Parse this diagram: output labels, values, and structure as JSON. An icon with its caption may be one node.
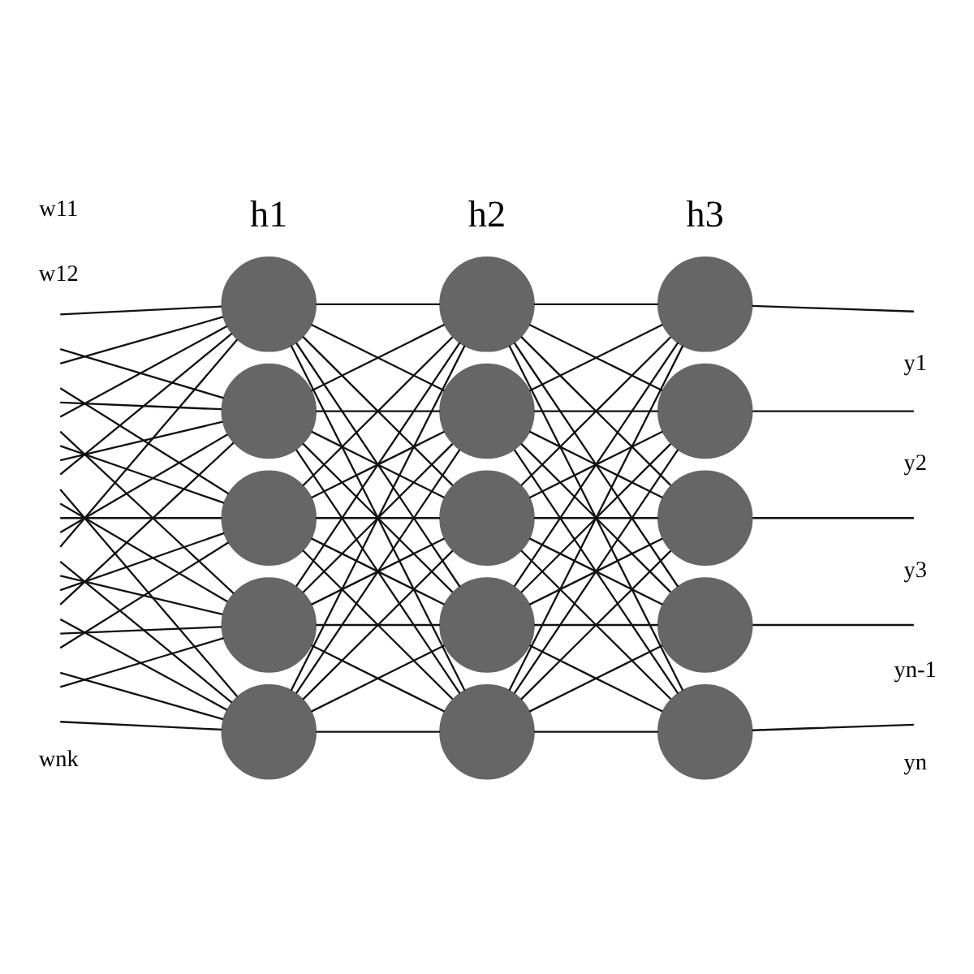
{
  "diagram": {
    "nodes": [
      {
        "text": [],
        "shape": "circle"
      },
      {
        "text": [],
        "shape": "circle"
      },
      {
        "text": [],
        "shape": "circle"
      },
      {
        "text": [],
        "shape": "circle"
      },
      {
        "text": [],
        "shape": "circle"
      },
      {
        "text": [],
        "shape": "circle"
      },
      {
        "text": [],
        "shape": "circle"
      },
      {
        "text": [],
        "shape": "circle"
      },
      {
        "text": [],
        "shape": "circle"
      },
      {
        "text": [],
        "shape": "circle"
      },
      {
        "text": [],
        "shape": "circle"
      },
      {
        "text": [],
        "shape": "circle"
      },
      {
        "text": [],
        "shape": "circle"
      },
      {
        "text": [],
        "shape": "circle"
      },
      {
        "text": [],
        "shape": "circle"
      }
    ],
    "edges": [
      {
        "from": null,
        "to": 0,
        "arrow": "none"
      },
      {
        "from": null,
        "to": 0,
        "arrow": "none"
      },
      {
        "from": null,
        "to": 0,
        "arrow": "none"
      },
      {
        "from": null,
        "to": 0,
        "arrow": "none"
      },
      {
        "from": null,
        "to": 0,
        "arrow": "none"
      },
      {
        "from": null,
        "to": 1,
        "arrow": "none"
      },
      {
        "from": null,
        "to": 1,
        "arrow": "none"
      },
      {
        "from": null,
        "to": 1,
        "arrow": "none"
      },
      {
        "from": null,
        "to": 1,
        "arrow": "none"
      },
      {
        "from": null,
        "to": 1,
        "arrow": "none"
      },
      {
        "from": null,
        "to": 2,
        "arrow": "none"
      },
      {
        "from": null,
        "to": 2,
        "arrow": "none"
      },
      {
        "from": null,
        "to": 2,
        "arrow": "none"
      },
      {
        "from": null,
        "to": 2,
        "arrow": "none"
      },
      {
        "from": null,
        "to": 2,
        "arrow": "none"
      },
      {
        "from": null,
        "to": 3,
        "arrow": "none"
      },
      {
        "from": null,
        "to": 3,
        "arrow": "none"
      },
      {
        "from": null,
        "to": 3,
        "arrow": "none"
      },
      {
        "from": null,
        "to": 3,
        "arrow": "none"
      },
      {
        "from": null,
        "to": 3,
        "arrow": "none"
      },
      {
        "from": null,
        "to": 4,
        "arrow": "none"
      },
      {
        "from": null,
        "to": 4,
        "arrow": "none"
      },
      {
        "from": null,
        "to": 4,
        "arrow": "none"
      },
      {
        "from": null,
        "to": 4,
        "arrow": "none"
      },
      {
        "from": null,
        "to": 4,
        "arrow": "none"
      },
      {
        "from": 0,
        "to": 5,
        "arrow": "none"
      },
      {
        "from": 0,
        "to": 6,
        "arrow": "none"
      },
      {
        "from": 0,
        "to": 7,
        "arrow": "none"
      },
      {
        "from": 0,
        "to": 8,
        "arrow": "none"
      },
      {
        "from": 0,
        "to": 9,
        "arrow": "none"
      },
      {
        "from": 1,
        "to": 5,
        "arrow": "none"
      },
      {
        "from": 1,
        "to": 6,
        "arrow": "none"
      },
      {
        "from": 1,
        "to": 7,
        "arrow": "none"
      },
      {
        "from": 1,
        "to": 8,
        "arrow": "none"
      },
      {
        "from": 1,
        "to": 9,
        "arrow": "none"
      },
      {
        "from": 2,
        "to": 5,
        "arrow": "none"
      },
      {
        "from": 2,
        "to": 6,
        "arrow": "none"
      },
      {
        "from": 2,
        "to": 7,
        "arrow": "none"
      },
      {
        "from": 2,
        "to": 8,
        "arrow": "none"
      },
      {
        "from": 2,
        "to": 9,
        "arrow": "none"
      },
      {
        "from": 3,
        "to": 5,
        "arrow": "none"
      },
      {
        "from": 3,
        "to": 6,
        "arrow": "none"
      },
      {
        "from": 3,
        "to": 7,
        "arrow": "none"
      },
      {
        "from": 3,
        "to": 8,
        "arrow": "none"
      },
      {
        "from": 3,
        "to": 9,
        "arrow": "none"
      },
      {
        "from": 4,
        "to": 5,
        "arrow": "none"
      },
      {
        "from": 4,
        "to": 6,
        "arrow": "none"
      },
      {
        "from": 4,
        "to": 7,
        "arrow": "none"
      },
      {
        "from": 4,
        "to": 8,
        "arrow": "none"
      },
      {
        "from": 4,
        "to": 9,
        "arrow": "none"
      },
      {
        "from": 5,
        "to": 10,
        "arrow": "none"
      },
      {
        "from": 5,
        "to": 11,
        "arrow": "none"
      },
      {
        "from": 5,
        "to": 12,
        "arrow": "none"
      },
      {
        "from": 5,
        "to": 13,
        "arrow": "none"
      },
      {
        "from": 5,
        "to": 14,
        "arrow": "none"
      },
      {
        "from": 6,
        "to": 10,
        "arrow": "none"
      },
      {
        "from": 6,
        "to": 11,
        "arrow": "none"
      },
      {
        "from": 6,
        "to": 12,
        "arrow": "none"
      },
      {
        "from": 6,
        "to": 13,
        "arrow": "none"
      },
      {
        "from": 6,
        "to": 14,
        "arrow": "none"
      },
      {
        "from": 7,
        "to": 10,
        "arrow": "none"
      },
      {
        "from": 7,
        "to": 11,
        "arrow": "none"
      },
      {
        "from": 7,
        "to": 12,
        "arrow": "none"
      },
      {
        "from": 7,
        "to": 13,
        "arrow": "none"
      },
      {
        "from": 7,
        "to": 14,
        "arrow": "none"
      },
      {
        "from": 8,
        "to": 10,
        "arrow": "none"
      },
      {
        "from": 8,
        "to": 11,
        "arrow": "none"
      },
      {
        "from": 8,
        "to": 12,
        "arrow": "none"
      },
      {
        "from": 8,
        "to": 13,
        "arrow": "none"
      },
      {
        "from": 8,
        "to": 14,
        "arrow": "none"
      },
      {
        "from": 9,
        "to": 10,
        "arrow": "none"
      },
      {
        "from": 9,
        "to": 11,
        "arrow": "none"
      },
      {
        "from": 9,
        "to": 12,
        "arrow": "none"
      },
      {
        "from": 9,
        "to": 13,
        "arrow": "none"
      },
      {
        "from": 9,
        "to": 14,
        "arrow": "none"
      },
      {
        "from": 10,
        "to": null,
        "arrow": "none"
      },
      {
        "from": 11,
        "to": null,
        "arrow": "none"
      },
      {
        "from": 12,
        "to": null,
        "arrow": "none"
      },
      {
        "from": 13,
        "to": null,
        "arrow": "none"
      },
      {
        "from": 14,
        "to": null,
        "arrow": "none"
      }
    ],
    "labels": [
      "h1",
      "h2",
      "h3",
      "w11",
      "w12",
      "y1",
      "y2",
      "y3",
      "yn-1",
      "yn",
      "wnk"
    ]
  }
}
